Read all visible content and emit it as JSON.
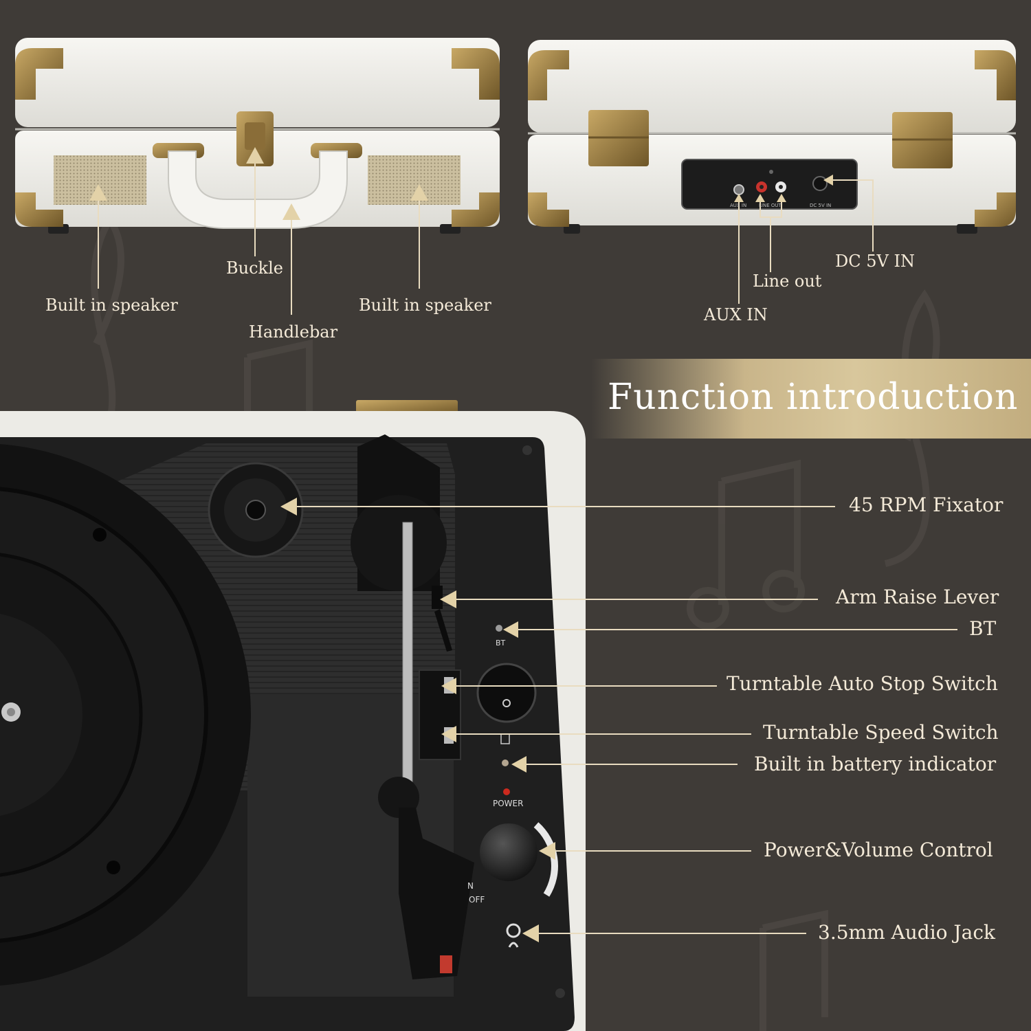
{
  "title": "Function introduction",
  "top_left_labels": {
    "speaker_left": "Built in speaker",
    "buckle": "Buckle",
    "handlebar": "Handlebar",
    "speaker_right": "Built in speaker"
  },
  "top_right_labels": {
    "dc_in": "DC 5V IN",
    "line_out": "Line out",
    "aux_in": "AUX IN"
  },
  "back_panel_print": {
    "aux": "AUX IN",
    "line": "LINE OUT",
    "dc": "DC 5V IN"
  },
  "function_labels": [
    "45 RPM Fixator",
    "Arm Raise Lever",
    "BT",
    "Turntable Auto Stop Switch",
    "Turntable Speed Switch",
    "Built in battery indicator",
    "Power&Volume Control",
    "3.5mm Audio Jack"
  ],
  "device_print": {
    "bt": "BT",
    "power": "POWER",
    "on": "N",
    "off": "OFF"
  },
  "colors": {
    "background": "#3f3b37",
    "case_white": "#ecebe6",
    "brass": "#a4834a",
    "leader_line": "#e9dcc0",
    "arrow": "#e3d2a8",
    "deck": "#2b2b2b"
  }
}
